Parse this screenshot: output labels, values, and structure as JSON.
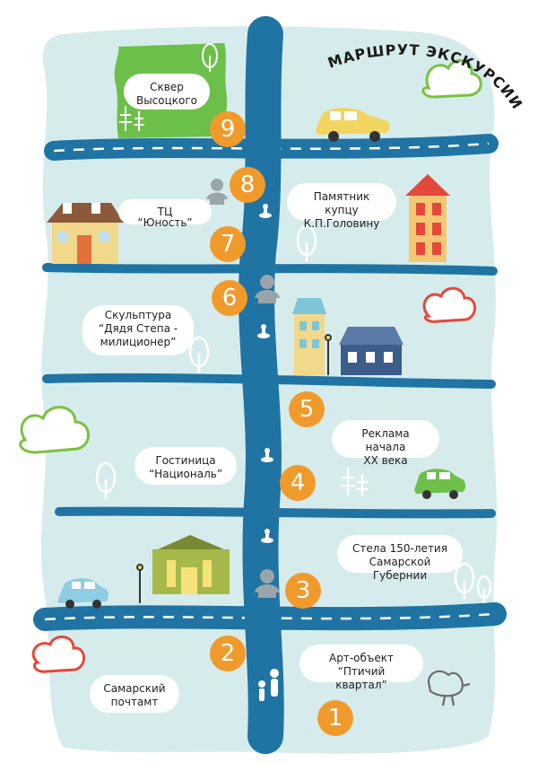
{
  "map": {
    "title": "МАРШРУТ ЭКСКУРСИИ",
    "colors": {
      "background": "#d6ecec",
      "road": "#1f74a3",
      "road_marking": "#ffffff",
      "stop_marker": "#f19a2c",
      "park": "#6cc04a",
      "cloud_green": "#7ac142",
      "cloud_red": "#e5483b"
    },
    "stops": [
      {
        "number": "1",
        "label": "Арт-объект “Птичий квартал”"
      },
      {
        "number": "2",
        "label": "Самарский почтамт"
      },
      {
        "number": "3",
        "label": "Стела 150-летия Самарской Губернии"
      },
      {
        "number": "4",
        "label": "Гостиница “Националь”"
      },
      {
        "number": "5",
        "label": "Реклама начала XX века"
      },
      {
        "number": "6",
        "label": "Скульптура “Дядя Степа - милиционер”"
      },
      {
        "number": "7",
        "label": "ТЦ “Юность”"
      },
      {
        "number": "8",
        "label": "Памятник купцу К.П.Головину"
      },
      {
        "number": "9",
        "label": "Сквер Высоцкого"
      }
    ],
    "labels_lines": {
      "s1": [
        "Арт-объект",
        "“Птичий квартал”"
      ],
      "s2": [
        "Самарский",
        "почтамт"
      ],
      "s3": [
        "Стела 150-летия",
        "Самарской Губернии"
      ],
      "s4": [
        "Гостиница",
        "“Националь”"
      ],
      "s5": [
        "Реклама начала",
        "XX века"
      ],
      "s6": [
        "Скульптура",
        "“Дядя Степа -",
        "милиционер”"
      ],
      "s7": [
        "ТЦ “Юность”"
      ],
      "s8": [
        "Памятник купцу",
        "К.П.Головину"
      ],
      "s9": [
        "Сквер",
        "Высоцкого"
      ]
    },
    "icons": [
      "tree-icon",
      "car-icon",
      "house-icon",
      "bust-monument-icon",
      "fountain-icon",
      "bird-icon",
      "cloud-icon",
      "street-lamp-icon",
      "pedestrians-icon"
    ]
  }
}
